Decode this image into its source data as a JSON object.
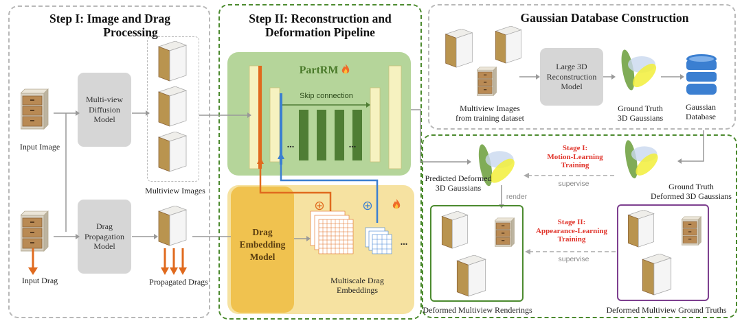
{
  "step1": {
    "title_line1": "Step I: Image and Drag",
    "title_line2": "Processing"
  },
  "step2": {
    "title_line1": "Step II: Reconstruction and",
    "title_line2": "Deformation Pipeline"
  },
  "database": {
    "title": "Gaussian Database Construction"
  },
  "labels": {
    "input_image": "Input Image",
    "input_drag": "Input Drag",
    "multiview_diffusion": [
      "Multi-view",
      "Diffusion",
      "Model"
    ],
    "drag_propagation": [
      "Drag",
      "Propagation",
      "Model"
    ],
    "multiview_images": "Multiview Images",
    "propagated_drags": "Propagated Drags",
    "partrm": "PartRM",
    "skip_connection": "Skip connection",
    "ellipsis": "...",
    "drag_embedding_model": [
      "Drag",
      "Embedding",
      "Model"
    ],
    "multiscale_drag_embeddings": [
      "Multiscale Drag",
      "Embeddings"
    ],
    "large_recon_model": [
      "Large 3D",
      "Reconstruction",
      "Model"
    ],
    "multiview_training": [
      "Multiview Images",
      "from training dataset"
    ],
    "gt_gaussians": [
      "Ground Truth",
      "3D Gaussians"
    ],
    "gaussian_database": [
      "Gaussian",
      "Database"
    ],
    "predicted_deformed": [
      "Predicted Deformed",
      "3D Gaussians"
    ],
    "gt_deformed": [
      "Ground Truth",
      "Deformed 3D Gaussians"
    ],
    "stage1": [
      "Stage I:",
      "Motion-Learning",
      "Training"
    ],
    "stage2": [
      "Stage II:",
      "Appearance-Learning",
      "Training"
    ],
    "supervise": "supervise",
    "render": "render",
    "deformed_renderings": "Deformed Multiview Renderings",
    "deformed_gt": "Deformed Multiview Ground Truths"
  },
  "colors": {
    "green_panel": "#b5d59a",
    "yellow_panel": "#f6e2a1",
    "drag_model": "#f0c24f",
    "gray_box": "#d6d6d6",
    "dark_green_bar": "#4f7d34",
    "pale_bar": "#f6f2c0",
    "orange": "#e06a1e",
    "blue": "#3b7fd1",
    "stage_red": "#e0332a",
    "dashed_green": "#4b8a2e",
    "purple": "#7d3f8f"
  },
  "icons": [
    "cabinet-icon",
    "flame-icon",
    "database-icon",
    "gaussian-blob-icon",
    "plus-circle-icon",
    "grid-stack-icon"
  ]
}
